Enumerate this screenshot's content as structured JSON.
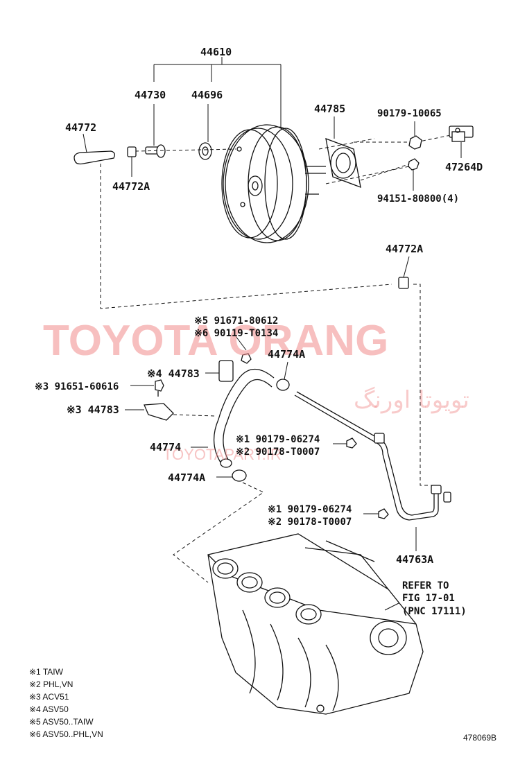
{
  "labels": {
    "p44610": "44610",
    "p44730": "44730",
    "p44696": "44696",
    "p44772": "44772",
    "p44772A_top": "44772A",
    "p44785": "44785",
    "p90179_10065": "90179-10065",
    "p47264D": "47264D",
    "p94151": "94151-80800(4)",
    "p44772A_right": "44772A",
    "p91671": "※5 91671-80612",
    "p90119": "※6 90119-T0134",
    "p44774A_top": "44774A",
    "p44783_4": "※4 44783",
    "p91651": "※3 91651-60616",
    "p44783_3": "※3 44783",
    "p44774": "44774",
    "p90179_06274_a": "※1 90179-06274",
    "p90178_a": "※2 90178-T0007",
    "p44774A_bot": "44774A",
    "p90179_06274_b": "※1 90179-06274",
    "p90178_b": "※2 90178-T0007",
    "p44763A": "44763A"
  },
  "reference": {
    "line1": "REFER TO",
    "line2": "FIG 17-01",
    "line3": "(PNC 17111)"
  },
  "notes": [
    "※1 TAIW",
    "※2 PHL,VN",
    "※3 ACV51",
    "※4 ASV50",
    "※5 ASV50..TAIW",
    "※6 ASV50..PHL,VN"
  ],
  "figure_id": "478069B",
  "watermark": {
    "main": "TOYOTA ORANG",
    "persian": "تویوتا اورنگ",
    "url": "TOYOTAPART.IR"
  },
  "colors": {
    "line": "#111111",
    "watermark": "#f08a8a"
  }
}
